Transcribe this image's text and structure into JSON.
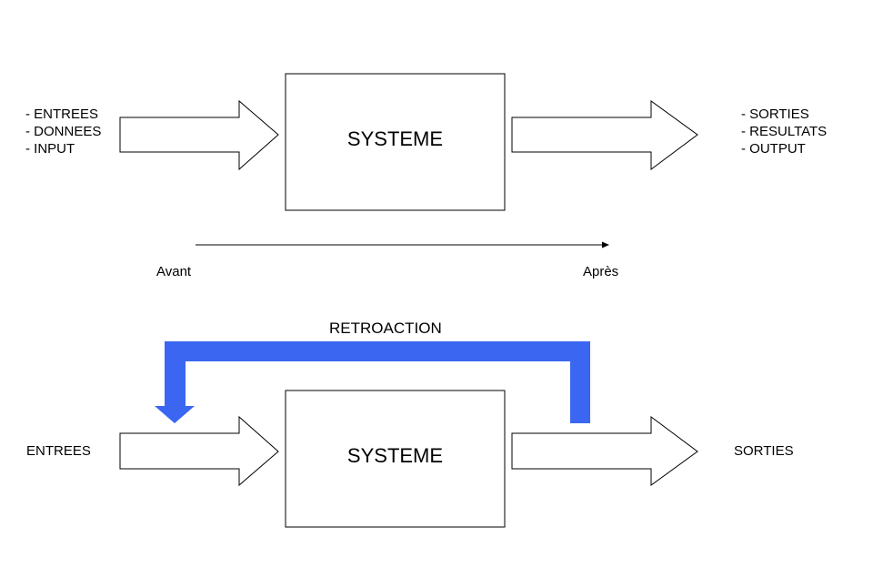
{
  "top": {
    "inputs": [
      "- ENTREES",
      "- DONNEES",
      "- INPUT"
    ],
    "system_label": "SYSTEME",
    "outputs": [
      "- SORTIES",
      "- RESULTATS",
      "- OUTPUT"
    ],
    "timeline": {
      "start_label": "Avant",
      "end_label": "Après"
    }
  },
  "bottom": {
    "input_label": "ENTREES",
    "system_label": "SYSTEME",
    "output_label": "SORTIES",
    "feedback_label": "RETROACTION",
    "feedback_color": "#3b66f2"
  }
}
